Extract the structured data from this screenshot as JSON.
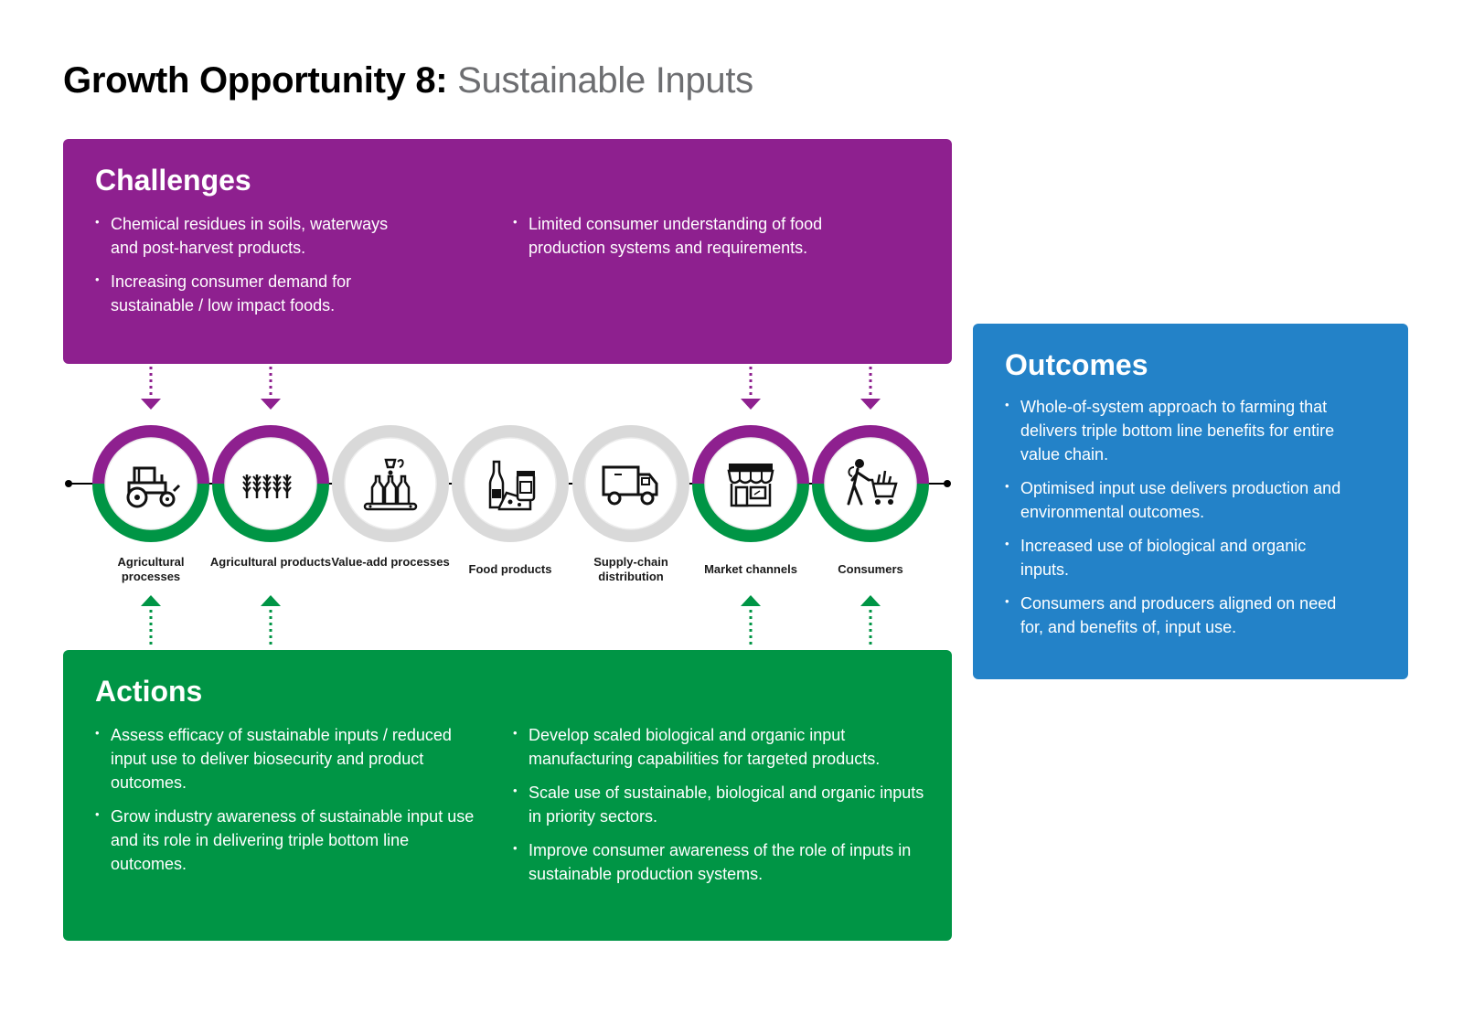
{
  "title": {
    "bold": "Growth Opportunity 8:",
    "light": "Sustainable Inputs"
  },
  "colors": {
    "challenges": "#8e208f",
    "actions": "#009545",
    "outcomes": "#2382c8",
    "inactive": "#d9d9d9"
  },
  "challenges": {
    "heading": "Challenges",
    "col1": [
      "Chemical residues in soils, waterways and post-harvest products.",
      "Increasing consumer demand for sustainable / low impact foods."
    ],
    "col2": [
      "Limited consumer understanding of food production systems and requirements."
    ]
  },
  "chain": [
    {
      "label": "Agricultural processes",
      "icon": "tractor-icon",
      "active": true
    },
    {
      "label": "Agricultural products",
      "icon": "wheat-icon",
      "active": true
    },
    {
      "label": "Value-add processes",
      "icon": "bottling-line-icon",
      "active": false
    },
    {
      "label": "Food products",
      "icon": "wine-cheese-jar-icon",
      "active": false
    },
    {
      "label": "Supply-chain distribution",
      "icon": "truck-icon",
      "active": false
    },
    {
      "label": "Market channels",
      "icon": "shopfront-icon",
      "active": true
    },
    {
      "label": "Consumers",
      "icon": "shopper-trolley-icon",
      "active": true
    }
  ],
  "actions": {
    "heading": "Actions",
    "col1": [
      "Assess efficacy of sustainable inputs / reduced input use to deliver biosecurity and product outcomes.",
      "Grow industry awareness of sustainable input use and its role in delivering triple bottom line outcomes."
    ],
    "col2": [
      "Develop scaled biological and organic input manufacturing capabilities for targeted products.",
      "Scale use of sustainable, biological and organic inputs in priority sectors.",
      "Improve consumer awareness of the role of inputs in sustainable production systems."
    ]
  },
  "outcomes": {
    "heading": "Outcomes",
    "items": [
      "Whole-of-system approach to farming that delivers triple bottom line benefits for entire value chain.",
      "Optimised input use delivers production and environmental outcomes.",
      "Increased use of biological and organic inputs.",
      "Consumers and producers aligned on need for, and benefits of, input use."
    ]
  }
}
